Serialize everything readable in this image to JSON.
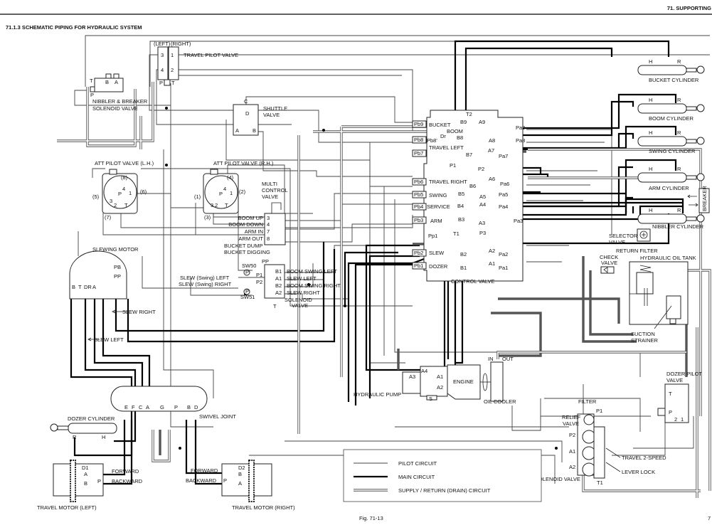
{
  "header": {
    "section": "71. SUPPORTING",
    "title": "71.1.3    SCHEMATIC PIPING FOR HYDRAULIC SYSTEM",
    "figure": "Fig. 71-13",
    "page_fragment": "7"
  },
  "travel_pilot_valve": {
    "label": "TRAVEL PILOT VALVE",
    "left": "(LEFT)",
    "right": "(RIGHT)",
    "ports": [
      "3",
      "4",
      "1",
      "2",
      "P",
      "T"
    ]
  },
  "nibbler_solenoid": {
    "label1": "NIBBLER & BREAKER",
    "label2": "SOLENOID VALVE",
    "ports": [
      "T",
      "B",
      "A",
      "P"
    ]
  },
  "shuttle_valve": {
    "label1": "SHUTTLE",
    "label2": "VALVE",
    "ports": [
      "C",
      "D",
      "A",
      "B"
    ]
  },
  "att_lh": {
    "label": "ATT PILOT VALVE (L.H.)",
    "ports": [
      "(8)",
      "(6)",
      "(5)",
      "(7)",
      "P",
      "4",
      "1",
      "3",
      "2",
      "T"
    ]
  },
  "att_rh": {
    "label": "ATT PILOT VALVE (R.H.)",
    "ports": [
      "(4)",
      "(2)",
      "(1)",
      "(3)",
      "P",
      "4",
      "1",
      "3",
      "2",
      "T"
    ]
  },
  "multi_control": {
    "label1": "MULTI",
    "label2": "CONTROL",
    "label3": "VALVE",
    "rows": [
      {
        "name": "BOOM UP",
        "port": "3"
      },
      {
        "name": "BOOM DOWN",
        "port": "4"
      },
      {
        "name": "ARM IN",
        "port": "7"
      },
      {
        "name": "ARM OUT",
        "port": "8"
      }
    ],
    "bucket_dump": "BUCKET DUMP",
    "bucket_digging": "BUCKET DIGGING"
  },
  "slewing_motor": {
    "label": "SLEWING MOTOR",
    "ports": [
      "PB",
      "PP",
      "B",
      "T",
      "DR",
      "A"
    ],
    "slew_right": "SLEW RIGHT",
    "slew_left": "SLEW LEFT"
  },
  "slew_solenoid": {
    "label1": "SOLENOID",
    "label2": "VALVE",
    "pp": "PP",
    "p1": "P1",
    "p2": "P2",
    "t": "T",
    "sw50": "SW50",
    "sw51": "SW51",
    "p_gauge": "P",
    "in_left": "SLEW (Swing) LEFT",
    "in_right": "SLEW (Swing) RIGHT",
    "rows": [
      {
        "port": "B1",
        "name": "BOOM SWING  LEFT"
      },
      {
        "port": "A1",
        "name": "SLEW  LEFT"
      },
      {
        "port": "B2",
        "name": "BOOM SWING  RIGHT"
      },
      {
        "port": "A2",
        "name": "SLEW  RIGHT"
      }
    ]
  },
  "control_valve": {
    "label": "CONTROL VALVE",
    "t2": "T2",
    "dr": "Dr",
    "pb8p": "Pb8'",
    "sections": [
      {
        "pb": "Pb9",
        "name": "BUCKET",
        "b": "B9",
        "a": "A9",
        "pa": "Pa9"
      },
      {
        "pb": "Pb8",
        "name": "BOOM",
        "b": "B8",
        "a": "A8",
        "pa": "Pa8"
      },
      {
        "pb": "Pb7",
        "name": "TRAVEL LEFT",
        "b": "B7",
        "a": "A7",
        "pa": "Pa7"
      },
      {
        "pb": "Pb6",
        "name": "TRAVEL RIGHT",
        "b": "B6",
        "a": "A6",
        "pa": "Pa6"
      },
      {
        "pb": "Pb5",
        "name": "SWING",
        "b": "B5",
        "a": "A5",
        "pa": "Pa5"
      },
      {
        "pb": "Pb4",
        "name": "SERVICE",
        "b": "B4",
        "a": "A4",
        "pa": "Pa4"
      },
      {
        "pb": "Pb3",
        "name": "ARM",
        "b": "B3",
        "a": "A3",
        "pa": "Pa3"
      },
      {
        "pb": "Pb2",
        "name": "SLEW",
        "b": "B2",
        "a": "A2",
        "pa": "Pa2"
      },
      {
        "pb": "Pb1",
        "name": "DOZER",
        "b": "B1",
        "a": "A1",
        "pa": "Pa1"
      }
    ],
    "p1": "P1",
    "p2": "P2",
    "p3": "P3",
    "pp1": "Pp1",
    "t1": "T1"
  },
  "cylinders": [
    {
      "label": "BUCKET CYLINDER",
      "h": "H",
      "r": "R"
    },
    {
      "label": "BOOM CYLINDER",
      "h": "H",
      "r": "R"
    },
    {
      "label": "SWING CYLINDER",
      "h": "H",
      "r": "R"
    },
    {
      "label": "ARM CYLINDER",
      "h": "H",
      "r": "R"
    },
    {
      "label": "NIBBLER CYLINDER",
      "h": "H",
      "r": "R"
    }
  ],
  "breaker": "BREAKER",
  "selector_valve": {
    "label1": "SELECTOR",
    "label2": "VALVE"
  },
  "tank": {
    "return_filter": "RETURN FILTER",
    "check1": "CHECK",
    "check2": "VALVE",
    "tank": "HYDRAULIC OIL TANK",
    "strainer1": "SUCTION",
    "strainer2": "STRAINER"
  },
  "pump": {
    "label": "HYDRAULIC PUMP",
    "engine": "ENGINE",
    "oil_cooler": "OIL COOLER",
    "in": "IN",
    "out": "OUT",
    "ports": [
      "A3",
      "A4",
      "A1",
      "A2",
      "S"
    ]
  },
  "lower_solenoid": {
    "label": "SOLENOID VALVE",
    "filter": "FILTER",
    "relief1": "RELIEF",
    "relief2": "VALVE",
    "p1": "P1",
    "p2": "P2",
    "a1": "A1",
    "a2": "A2",
    "t1": "T1",
    "travel2": "TRAVEL 2-SPEED",
    "lever_lock": "LEVER LOCK"
  },
  "dozer_pilot": {
    "label1": "DOZER PILOT",
    "label2": "VALVE",
    "t": "T",
    "p": "P",
    "p2": "2",
    "p1": "1"
  },
  "swivel": {
    "label": "SWIVEL JOINT",
    "ports": [
      "E",
      "F",
      "C",
      "A",
      "G",
      "P",
      "B",
      "D"
    ]
  },
  "dozer_cylinder": {
    "label": "DOZER CYLINDER",
    "r": "R",
    "h": "H"
  },
  "travel_left": {
    "label": "TRAVEL MOTOR (LEFT)",
    "d1": "D1",
    "a": "A",
    "b": "B",
    "p": "P",
    "forward": "FORWARD",
    "backward": "BACKWARD"
  },
  "travel_right": {
    "label": "TRAVEL MOTOR (RIGHT)",
    "d2": "D2",
    "b": "B",
    "a": "A",
    "p": "P",
    "forward": "FORWARD",
    "backward": "BACKWARD"
  },
  "legend": {
    "items": [
      {
        "label": "PILOT CIRCUIT",
        "style": "thin"
      },
      {
        "label": "MAIN CIRCUIT",
        "style": "thick"
      },
      {
        "label": "SUPPLY / RETURN (DRAIN) CIRCUIT",
        "style": "double"
      }
    ]
  }
}
